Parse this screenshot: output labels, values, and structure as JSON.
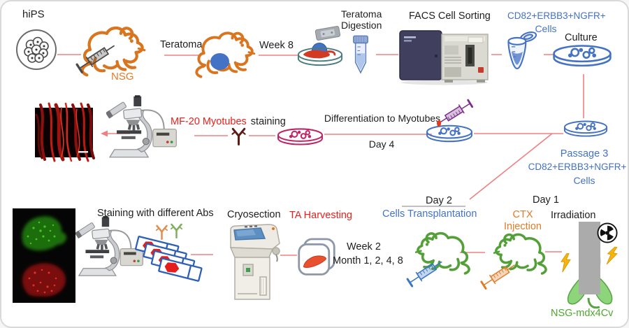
{
  "colors": {
    "connector_line": "#F08080",
    "accent_blue": "#4472C4",
    "accent_red": "#E8211C",
    "accent_orange": "#E07B28",
    "accent_green": "#4EA72E",
    "mouse_orange": "#D9751F",
    "mouse_green": "#54A038",
    "tumor_blue": "#4472C4"
  },
  "icons": {
    "hips-colony-icon": "circle with cell cluster",
    "mouse-icon": "line-art mouse",
    "syringe-icon": "syringe",
    "razor-icon": "razor blade",
    "petri-dish-icon": "petri dish side view",
    "falcon-tube-icon": "conical tube",
    "facs-machine-icon": "cell sorter instrument",
    "eppendorf-tube-icon": "microcentrifuge tube with open cap",
    "microscope-icon": "fluorescence microscope with power box",
    "antibody-icon": "Y-shaped antibody",
    "fluorescence-image-icon": "black microscopy photo",
    "slides-icon": "stack of stained microscope slides",
    "cryostat-icon": "cryostat sectioning machine",
    "muscle-container-icon": "rounded container with TA muscle",
    "radiation-icon": "radiation trefoil",
    "lightning-icon": "lightning bolt",
    "shield-bar-icon": "gray shielding bar over mouse legs"
  },
  "row1": {
    "hips": "hiPS",
    "nsg": "NSG",
    "teratoma": "Teratoma",
    "week8": "Week 8",
    "digestion_line1": "Teratoma",
    "digestion_line2": "Digestion",
    "facs": "FACS Cell Sorting",
    "sorted_line1": "CD82+ERBB3+NGFR+",
    "sorted_line2": "Cells",
    "culture": "Culture"
  },
  "row2": {
    "mf20_red": "MF-20 Myotubes",
    "mf20_black": "staining",
    "differentiation": "Differentiation to Myotubes",
    "day4": "Day 4",
    "passage": "Passage 3",
    "passage_line2": "CD82+ERBB3+NGFR+",
    "passage_line3": "Cells"
  },
  "row3": {
    "staining_abs": "Staining with different Abs",
    "cryosection": "Cryosection",
    "ta_harvesting": "TA Harvesting",
    "week2": "Week 2",
    "months": "Month 1, 2, 4, 8",
    "day2": "Day 2",
    "transplantation": "Cells Transplantation",
    "day1": "Day 1",
    "ctx_line1": "CTX",
    "ctx_line2": "Injection",
    "irradiation": "Irradiation",
    "strain": "NSG-mdx4Cv"
  }
}
